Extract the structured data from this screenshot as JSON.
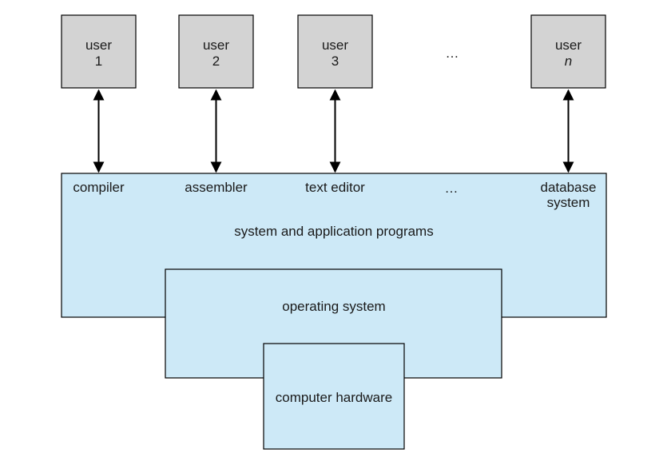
{
  "users": [
    {
      "line1": "user",
      "line2": "1"
    },
    {
      "line1": "user",
      "line2": "2"
    },
    {
      "line1": "user",
      "line2": "3"
    },
    {
      "line1": "user",
      "line2": "n"
    }
  ],
  "users_ellipsis": "…",
  "programs": {
    "compiler": "compiler",
    "assembler": "assembler",
    "text_editor": "text editor",
    "ellipsis": "…",
    "database_line1": "database",
    "database_line2": "system"
  },
  "layers": {
    "applications": "system and application programs",
    "operating_system": "operating system",
    "hardware": "computer hardware"
  },
  "colors": {
    "user_box_fill": "#d3d3d3",
    "layer_fill": "#cde9f7",
    "stroke": "#000000"
  }
}
